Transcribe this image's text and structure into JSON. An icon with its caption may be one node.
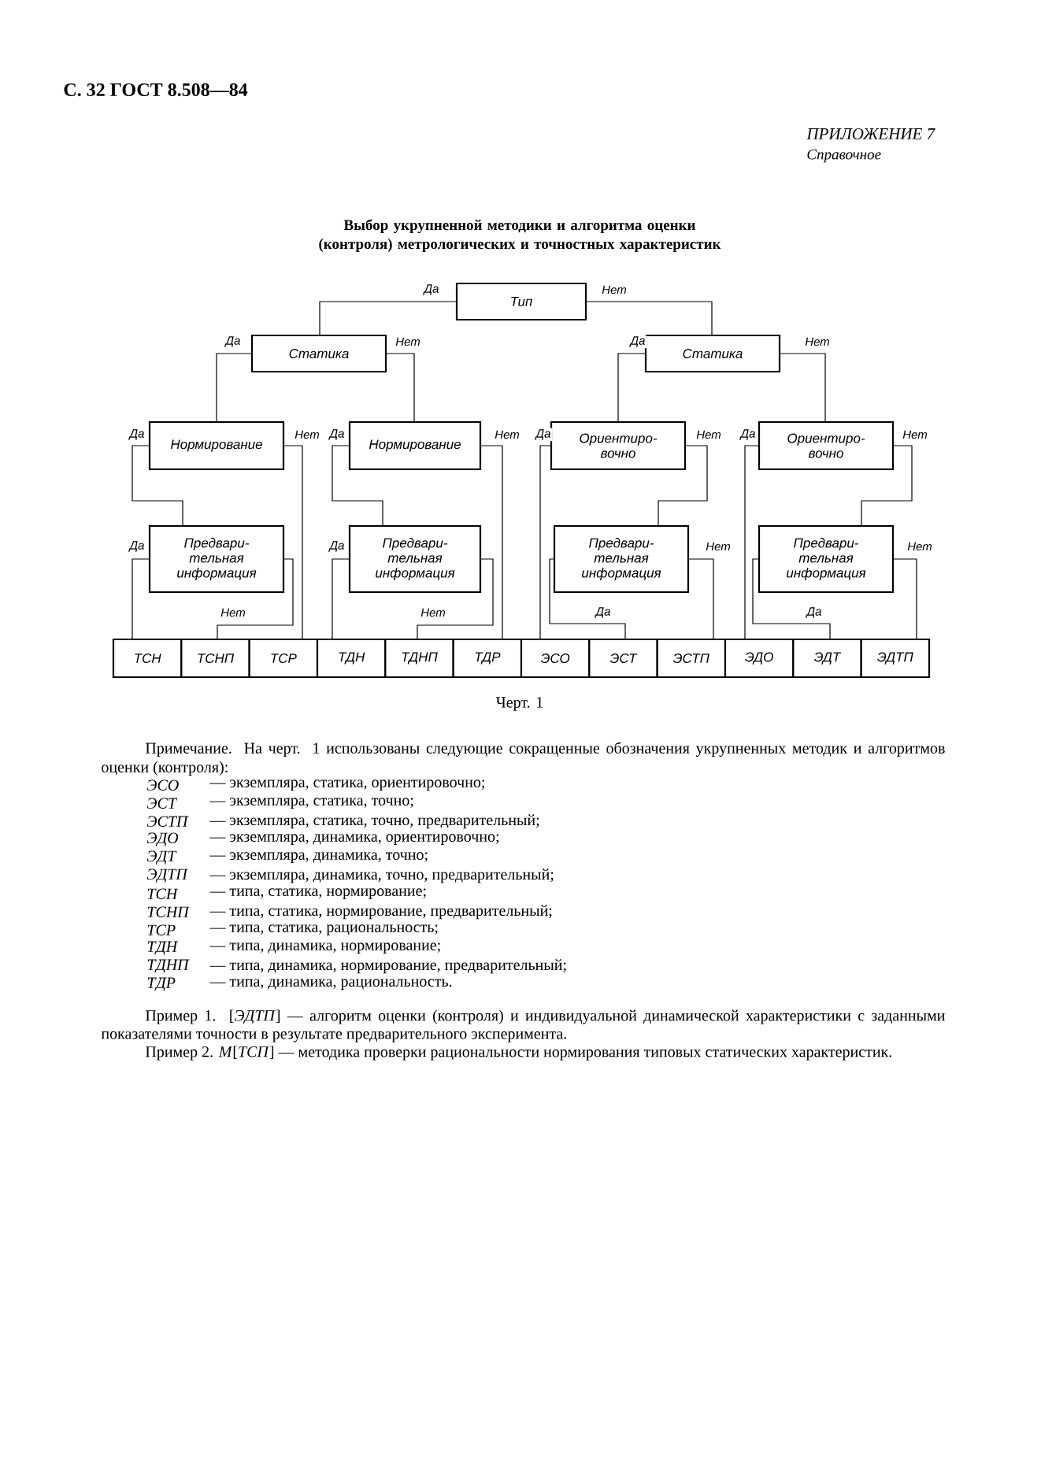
{
  "diagram": {
    "title": "Выбор укрупненной методики и алгоритма оценки (контроля) метрологических и точностных характеристик",
    "caption": "Черт. 1",
    "nodes": [
      {
        "text": [
          "Тип"
        ]
      },
      {
        "text": [
          "Статика"
        ]
      },
      {
        "text": [
          "Статика"
        ]
      },
      {
        "text": [
          "Нормирование"
        ]
      },
      {
        "text": [
          "Нормирование"
        ]
      },
      {
        "text": [
          "Ориентиро- вочно"
        ]
      },
      {
        "text": [
          "Ориентиро- вочно"
        ]
      },
      {
        "text": [
          "Предвари- тельная информация"
        ]
      },
      {
        "text": [
          "Предвари- тельная информация"
        ]
      },
      {
        "text": [
          "Предвари- тельная информация"
        ]
      },
      {
        "text": [
          "Предвари- тельная информация"
        ]
      },
      {
        "text": [
          "ТСН"
        ]
      },
      {
        "text": [
          "ТСНП"
        ]
      },
      {
        "text": [
          "ТСР"
        ]
      },
      {
        "text": [
          "ТДН"
        ]
      },
      {
        "text": [
          "ТДНП"
        ]
      },
      {
        "text": [
          "ТДР"
        ]
      },
      {
        "text": [
          "ЭСО"
        ]
      },
      {
        "text": [
          "ЭСТ"
        ]
      },
      {
        "text": [
          "ЭСТП"
        ]
      },
      {
        "text": [
          "ЭДО"
        ]
      },
      {
        "text": [
          "ЭДТ"
        ]
      },
      {
        "text": [
          "ЭДТП"
        ]
      }
    ],
    "edges": [
      {
        "from": 0,
        "to": 1,
        "arrow": "none",
        "label": "Да"
      },
      {
        "from": 0,
        "to": 2,
        "arrow": "none",
        "label": "Нет"
      },
      {
        "from": 1,
        "to": 3,
        "arrow": "none",
        "label": "Да"
      },
      {
        "from": 1,
        "to": 4,
        "arrow": "none",
        "label": "Нет"
      },
      {
        "from": 2,
        "to": 5,
        "arrow": "none",
        "label": "Да"
      },
      {
        "from": 2,
        "to": 6,
        "arrow": "none",
        "label": "Нет"
      },
      {
        "from": 3,
        "to": 7,
        "arrow": "none",
        "label": "Да"
      },
      {
        "from": 3,
        "to": 13,
        "arrow": "none",
        "label": "Нет"
      },
      {
        "from": 7,
        "to": 11,
        "arrow": "none",
        "label": "Да"
      },
      {
        "from": 7,
        "to": 12,
        "arrow": "none",
        "label": "Нет"
      },
      {
        "from": 4,
        "to": 8,
        "arrow": "none",
        "label": "Да"
      },
      {
        "from": 4,
        "to": 16,
        "arrow": "none",
        "label": "Нет"
      },
      {
        "from": 8,
        "to": 14,
        "arrow": "none",
        "label": "Да"
      },
      {
        "from": 8,
        "to": 15,
        "arrow": "none",
        "label": "Нет"
      },
      {
        "from": 5,
        "to": 17,
        "arrow": "none",
        "label": "Да"
      },
      {
        "from": 5,
        "to": 9,
        "arrow": "none",
        "label": "Нет"
      },
      {
        "from": 9,
        "to": 18,
        "arrow": "none",
        "label": "Да"
      },
      {
        "from": 9,
        "to": 19,
        "arrow": "none",
        "label": "Нет"
      },
      {
        "from": 6,
        "to": 20,
        "arrow": "none",
        "label": "Да"
      },
      {
        "from": 6,
        "to": 10,
        "arrow": "none",
        "label": "Нет"
      },
      {
        "from": 10,
        "to": 21,
        "arrow": "none",
        "label": "Да"
      },
      {
        "from": 10,
        "to": 22,
        "arrow": "none",
        "label": "Нет"
      }
    ],
    "labels": [
      "С. 32 ГОСТ 8.508—84",
      "ПРИЛОЖЕНИЕ 7",
      "Справочное",
      "Примечание. На черт. 1 использованы следующие сокращенные обозначения укрупненных методик и алгоритмов оценки (контроля):",
      "ЭСО",
      "— экземпляра, статика, ориентировочно;",
      "ЭСТ",
      "— экземпляра, статика, точно;",
      "ЭСТП",
      "— экземпляра, статика, точно, предварительный;",
      "ЭДО",
      "— экземпляра, динамика, ориентировочно;",
      "ЭДТ",
      "— экземпляра, динамика, точно;",
      "ЭДТП",
      "— экземпляра, динамика, точно, предварительный;",
      "ТСН",
      "— типа, статика, нормирование;",
      "ТСНП",
      "— типа, статика, нормирование, предварительный;",
      "ТСР",
      "— типа, статика, рациональность;",
      "ТДН",
      "— типа, динамика, нормирование;",
      "ТДНП",
      "— типа, динамика, нормирование, предварительный;",
      "ТДР",
      "— типа, динамика, рациональность.",
      "Пример 1. [*ЭДТП*] — алгоритм оценки (контроля) и индивидуальной динамической характеристики с заданными показателями точности в результате предварительного эксперимента.",
      "Пример 2. *М*[*ТСП*] — методика проверки рациональности нормирования типовых статических характеристик."
    ]
  }
}
